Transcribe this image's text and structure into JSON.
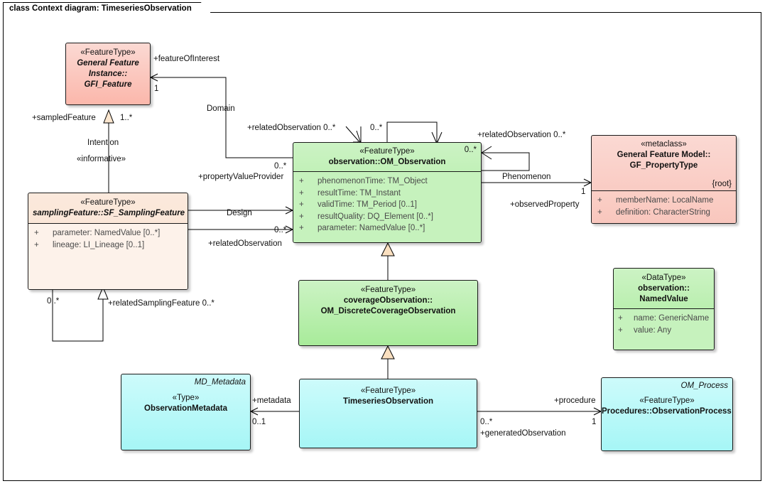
{
  "frame": {
    "title": "class Context diagram: TimeseriesObservation"
  },
  "classes": {
    "gfi_feature": {
      "stereotype": "«FeatureType»",
      "name_line1": "General Feature",
      "name_line2": "Instance::",
      "name_line3": "GFI_Feature"
    },
    "sampling_feature": {
      "stereotype": "«FeatureType»",
      "name": "samplingFeature::SF_SamplingFeature",
      "attributes": [
        {
          "visibility": "+",
          "text": "parameter: NamedValue [0..*]"
        },
        {
          "visibility": "+",
          "text": "lineage: LI_Lineage [0..1]"
        }
      ]
    },
    "om_observation": {
      "stereotype": "«FeatureType»",
      "name": "observation::OM_Observation",
      "corner_multiplicity": "0..*",
      "attributes": [
        {
          "visibility": "+",
          "text": "phenomenonTime: TM_Object"
        },
        {
          "visibility": "+",
          "text": "resultTime: TM_Instant"
        },
        {
          "visibility": "+",
          "text": "validTime: TM_Period [0..1]"
        },
        {
          "visibility": "+",
          "text": "resultQuality: DQ_Element [0..*]"
        },
        {
          "visibility": "+",
          "text": "parameter: NamedValue [0..*]"
        }
      ]
    },
    "gf_propertytype": {
      "stereotype": "«metaclass»",
      "name_line1": "General Feature Model::",
      "name_line2": "GF_PropertyType",
      "constraint": "{root}",
      "attributes": [
        {
          "visibility": "+",
          "text": "memberName: LocalName"
        },
        {
          "visibility": "+",
          "text": "definition: CharacterString"
        }
      ]
    },
    "coverage_observation": {
      "stereotype": "«FeatureType»",
      "name_line1": "coverageObservation::",
      "name_line2": "OM_DiscreteCoverageObservation"
    },
    "named_value": {
      "stereotype": "«DataType»",
      "name_line1": "observation::",
      "name_line2": "NamedValue",
      "attributes": [
        {
          "visibility": "+",
          "text": "name: GenericName"
        },
        {
          "visibility": "+",
          "text": "value: Any"
        }
      ]
    },
    "observation_metadata": {
      "tagname": "MD_Metadata",
      "stereotype": "«Type»",
      "name": "ObservationMetadata"
    },
    "timeseries_observation": {
      "stereotype": "«FeatureType»",
      "name": "TimeseriesObservation"
    },
    "observation_process": {
      "tagname": "OM_Process",
      "stereotype": "«FeatureType»",
      "name": "Procedures::ObservationProcess"
    }
  },
  "connector_labels": {
    "feature_of_interest": "+featureOfInterest",
    "foi_mult": "1",
    "sampled_feature": "+sampledFeature",
    "sampled_feature_mult": "1..*",
    "intention": "Intention",
    "informative": "«informative»",
    "domain": "Domain",
    "related_observation_top_left": "+relatedObservation 0..*",
    "self_mult_top": "0..*",
    "property_value_provider": "+propertyValueProvider",
    "property_value_provider_mult": "0..*",
    "design": "Design",
    "related_observation_design": "+relatedObservation",
    "design_mult": "0..*",
    "related_observation_right": "+relatedObservation 0..*",
    "self_mult_corner": "0..*",
    "phenomenon": "Phenomenon",
    "observed_property": "+observedProperty",
    "observed_property_mult": "1",
    "related_sampling_feature": "+relatedSamplingFeature 0..*",
    "related_sampling_feature_mult": "0..*",
    "metadata": "+metadata",
    "metadata_mult": "0..1",
    "procedure": "+procedure",
    "procedure_mult": "1",
    "generated_observation": "+generatedObservation",
    "generated_observation_mult": "0..*"
  },
  "colors": {
    "featuretype_pink": "#fbb7ab",
    "samplingfeature_peach": "#fae1d0",
    "observation_green": "#a8eb9a",
    "timeseries_cyan": "#a6f6f6",
    "line": "#000000"
  }
}
